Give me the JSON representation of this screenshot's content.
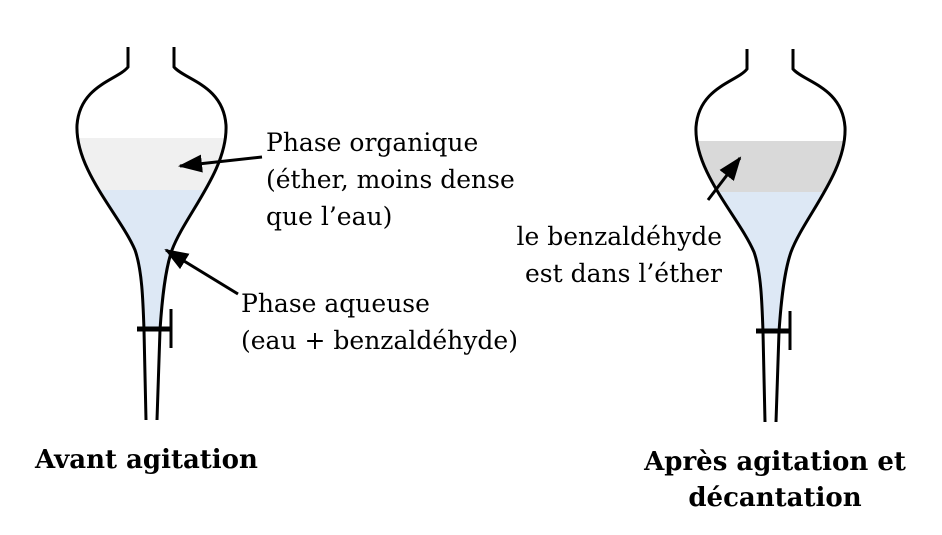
{
  "colors": {
    "organic_before": "#f0f0f0",
    "organic_after": "#d9d9d9",
    "aqueous": "#dde8f5",
    "outline": "#000000"
  },
  "left": {
    "organic_label": [
      "Phase organique",
      "(éther, moins dense",
      "que l’eau)"
    ],
    "aqueous_label": [
      "Phase aqueuse",
      "(eau + benzaldéhyde)"
    ],
    "caption": "Avant agitation"
  },
  "right": {
    "label": [
      "le benzaldéhyde",
      "est dans l’éther"
    ],
    "caption": [
      "Après agitation et",
      "décantation"
    ]
  }
}
